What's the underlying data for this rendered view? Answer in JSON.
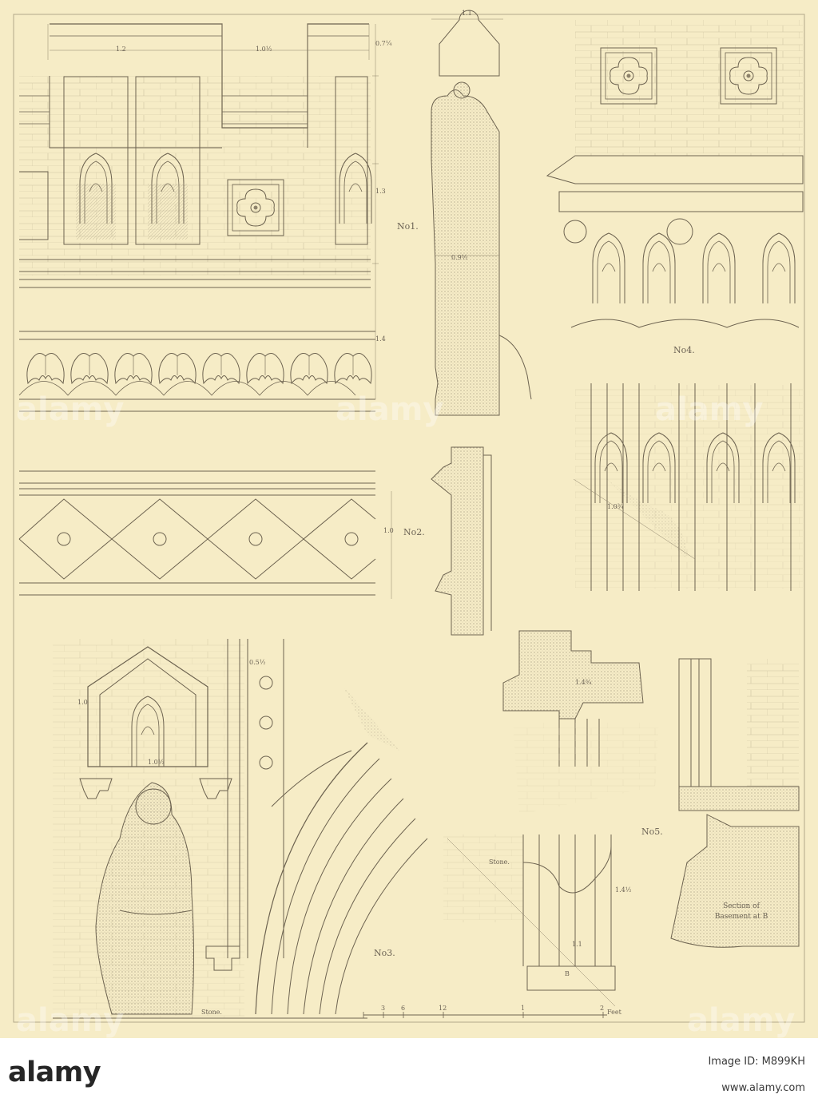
{
  "plate": {
    "figure_labels": {
      "no1": "No1.",
      "no2": "No2.",
      "no3": "No3.",
      "no4": "No4.",
      "no5": "No5."
    },
    "notes": {
      "stone_left": "Stone.",
      "stone_right": "Stone.",
      "section_line1": "Section of",
      "section_line2": "Basement at B",
      "b_mark": "B"
    },
    "dimensions": {
      "d1": "1.2",
      "d2": "1.0½",
      "d3": "0.7¼",
      "d4": "1.3",
      "d5": "1.4",
      "d6": "0.9½",
      "d7": "1.1",
      "d8": "1.0",
      "d9": "1.0¾",
      "d10": "1.0½",
      "d11": "1.0",
      "d12": "0.5½",
      "d13": "1.4¾",
      "d14": "1.4½",
      "d15": "1.1"
    },
    "scale_bar": {
      "ticks": [
        "3",
        "6",
        "12",
        "1",
        "2"
      ],
      "unit": "Feet"
    }
  },
  "stock": {
    "logo": "alamy",
    "image_id": "Image ID: M899KH",
    "url": "www.alamy.com"
  }
}
